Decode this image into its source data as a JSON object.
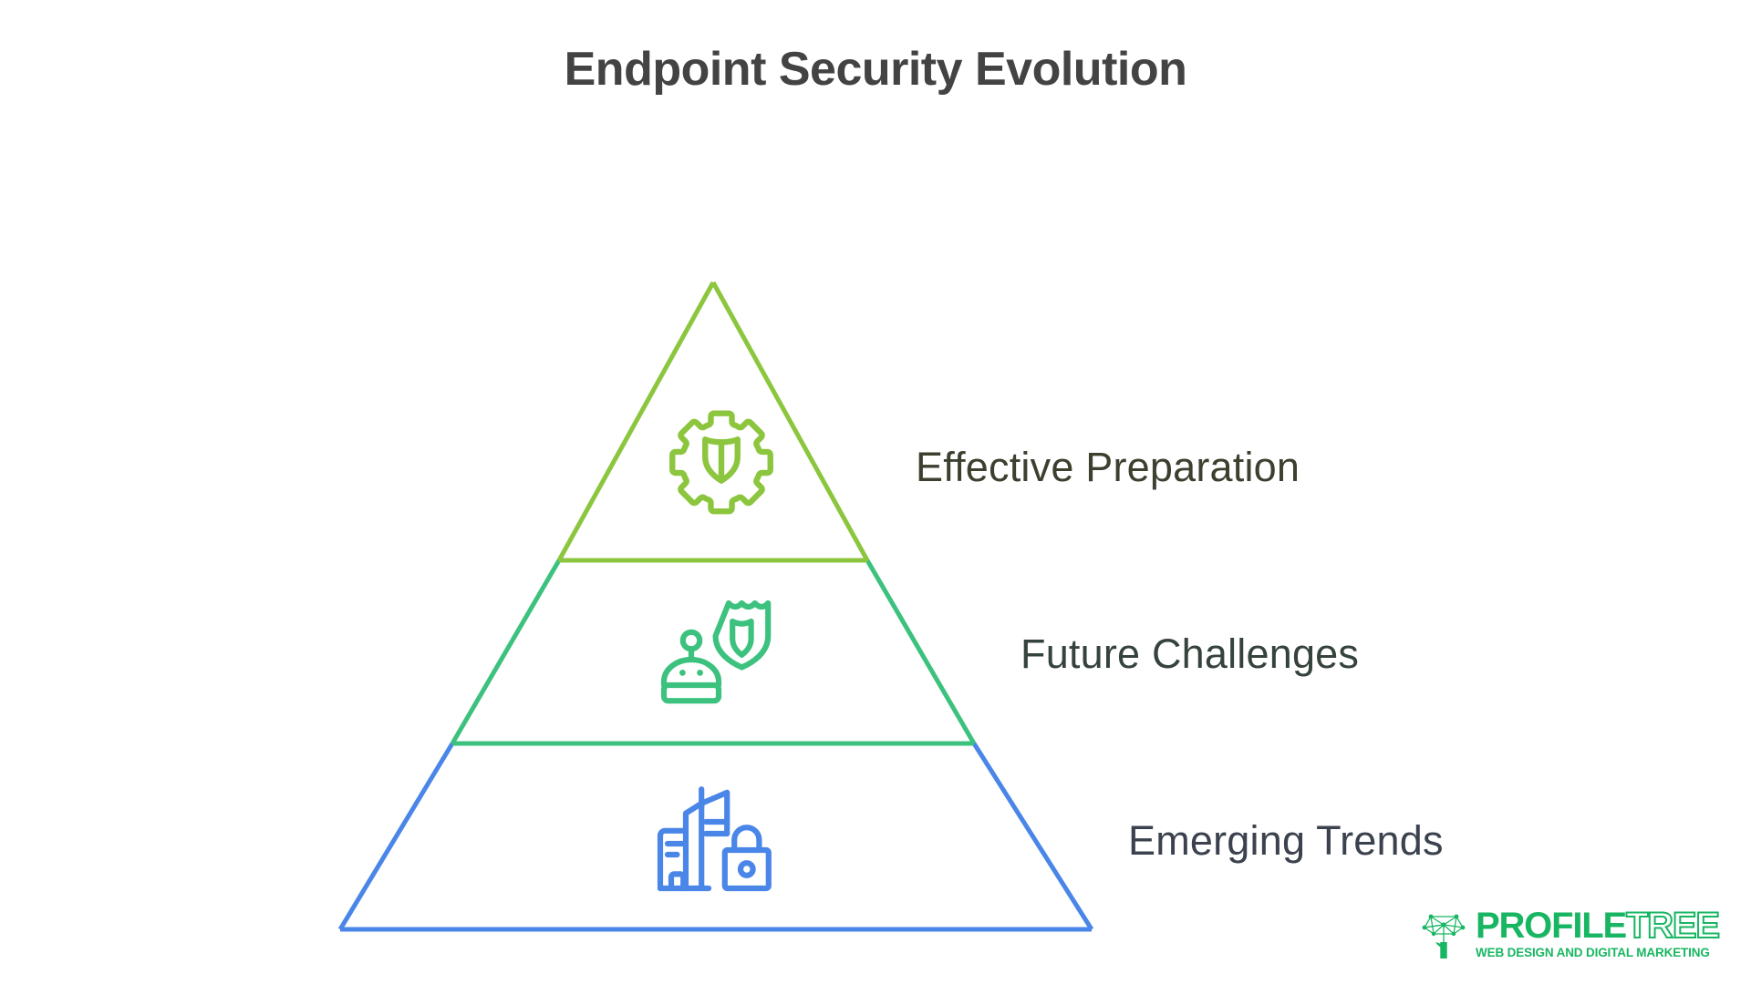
{
  "page": {
    "title": "Endpoint Security Evolution",
    "background_color": "#ffffff",
    "title_color": "#434343"
  },
  "chart_data": {
    "type": "pyramid",
    "title": "Endpoint Security Evolution",
    "orientation": "apex-up",
    "tier_count": 3,
    "tiers": [
      {
        "rank": 1,
        "position": "top",
        "label": "Effective Preparation",
        "color": "#8cc63e",
        "label_color": "#3c402f",
        "icon": "gear-shield-icon",
        "icon_description": "gear with shield inside"
      },
      {
        "rank": 2,
        "position": "middle",
        "label": "Future Challenges",
        "color": "#3cc27e",
        "label_color": "#36433c",
        "icon": "robot-shield-icon",
        "icon_description": "robot head beside a shield"
      },
      {
        "rank": 3,
        "position": "bottom",
        "label": "Emerging Trends",
        "color": "#4a86e8",
        "label_color": "#3b424e",
        "icon": "city-lock-icon",
        "icon_description": "city buildings with a padlock"
      }
    ]
  },
  "logo": {
    "mark": "profiletree-network-tree-icon",
    "word_primary": "PROFILE",
    "word_secondary": "TREE",
    "tagline": "WEB DESIGN AND DIGITAL MARKETING",
    "color": "#18b662"
  }
}
